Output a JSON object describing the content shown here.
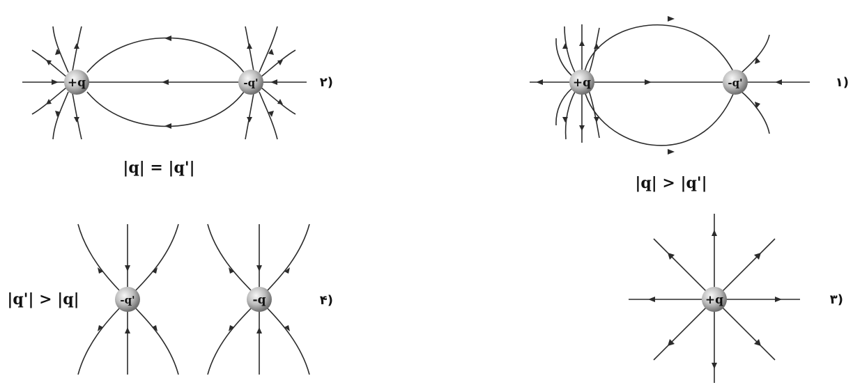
{
  "colors": {
    "line": "#2b2b2b",
    "sphere_light": "#f2f2f2",
    "sphere_dark": "#7a7a7a",
    "text": "#111111"
  },
  "options": [
    {
      "number": "۱)",
      "charges": [
        "+q",
        "-q'"
      ],
      "relation": "|q| > |q'|"
    },
    {
      "number": "۲)",
      "charges": [
        "+q",
        "-q'"
      ],
      "relation": "|q| = |q'|"
    },
    {
      "number": "۳)",
      "charges": [
        "+q"
      ],
      "relation": ""
    },
    {
      "number": "۴)",
      "charges": [
        "-q'",
        "-q"
      ],
      "relation": "|q'| > |q|"
    }
  ]
}
